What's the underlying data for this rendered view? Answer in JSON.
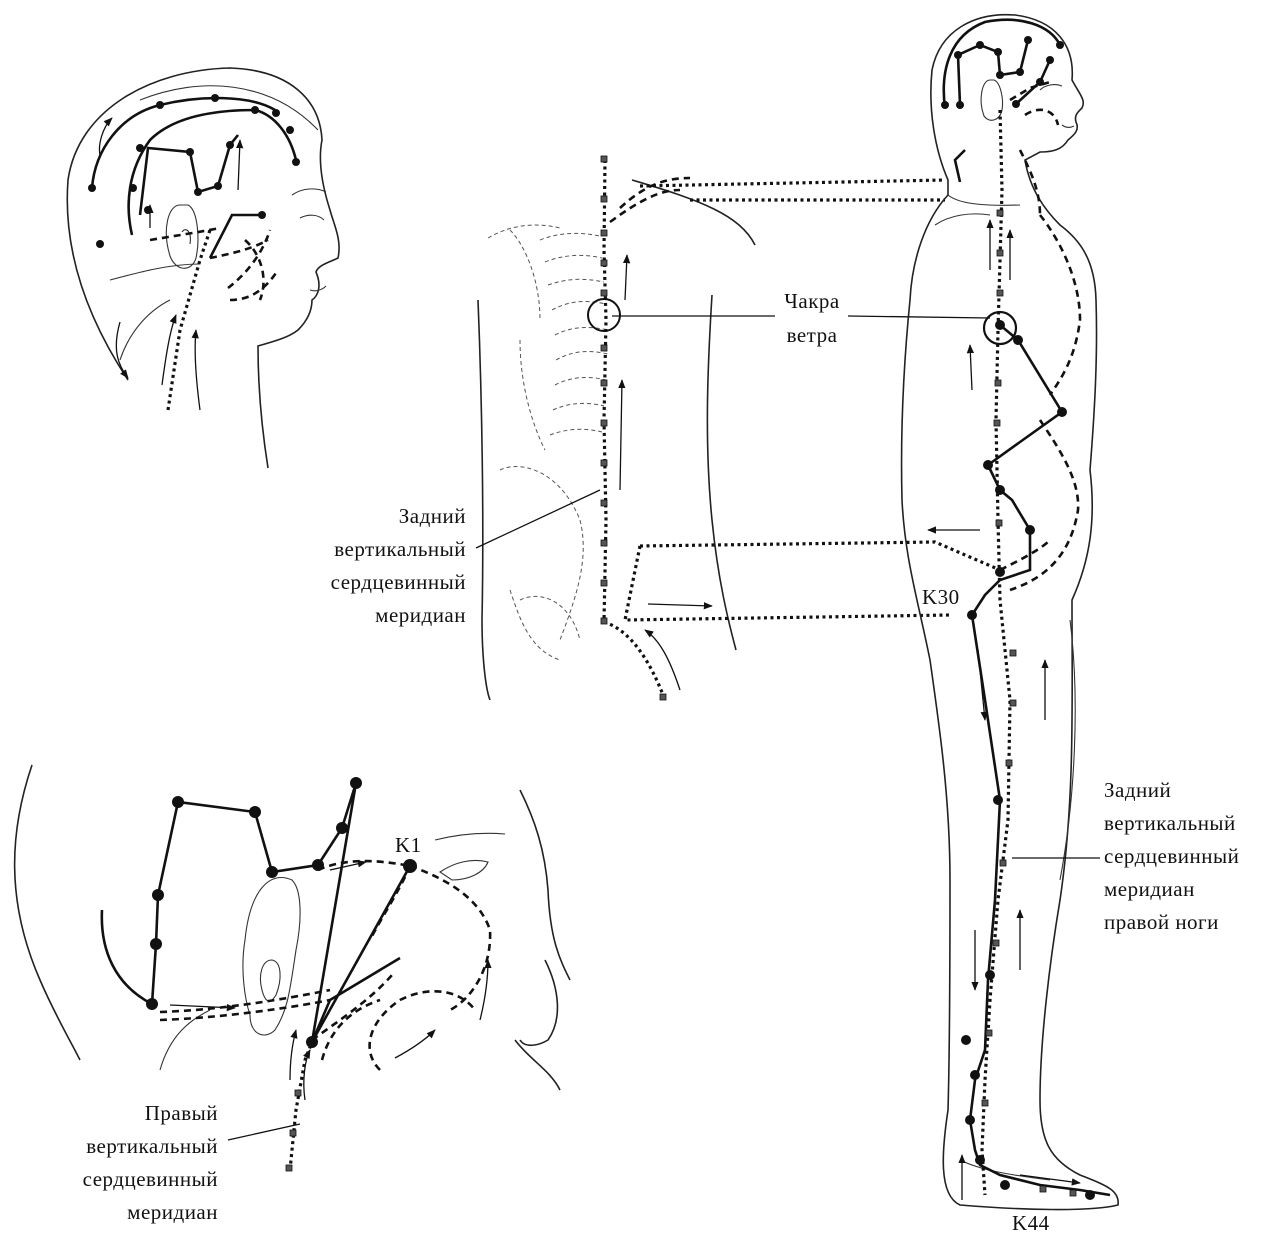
{
  "labels": {
    "wind_chakra": [
      "Чакра",
      "ветра"
    ],
    "posterior_meridian": [
      "Задний",
      "вертикальный",
      "сердцевинный",
      "меридиан"
    ],
    "posterior_meridian_right_leg": [
      "Задний",
      "вертикальный",
      "сердцевинный",
      "меридиан",
      "правой ноги"
    ],
    "right_meridian": [
      "Правый",
      "вертикальный",
      "сердцевинный",
      "меридиан"
    ],
    "k1": "K1",
    "k30": "K30",
    "k44": "K44"
  }
}
